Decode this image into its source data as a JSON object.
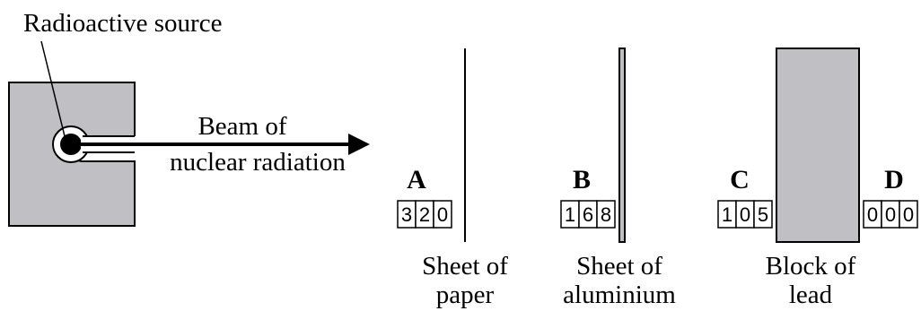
{
  "source_label": "Radioactive source",
  "beam_label_line1": "Beam of",
  "beam_label_line2": "nuclear radiation",
  "positions": [
    {
      "letter": "A",
      "digits": [
        "3",
        "2",
        "0"
      ]
    },
    {
      "letter": "B",
      "digits": [
        "1",
        "6",
        "8"
      ]
    },
    {
      "letter": "C",
      "digits": [
        "1",
        "0",
        "5"
      ]
    },
    {
      "letter": "D",
      "digits": [
        "0",
        "0",
        "0"
      ]
    }
  ],
  "absorbers": [
    {
      "line1": "Sheet of",
      "line2": "paper"
    },
    {
      "line1": "Sheet of",
      "line2": "aluminium"
    },
    {
      "line1": "Block of",
      "line2": "lead"
    }
  ],
  "colors": {
    "material": "#c0c0c4",
    "ink": "#000000"
  }
}
